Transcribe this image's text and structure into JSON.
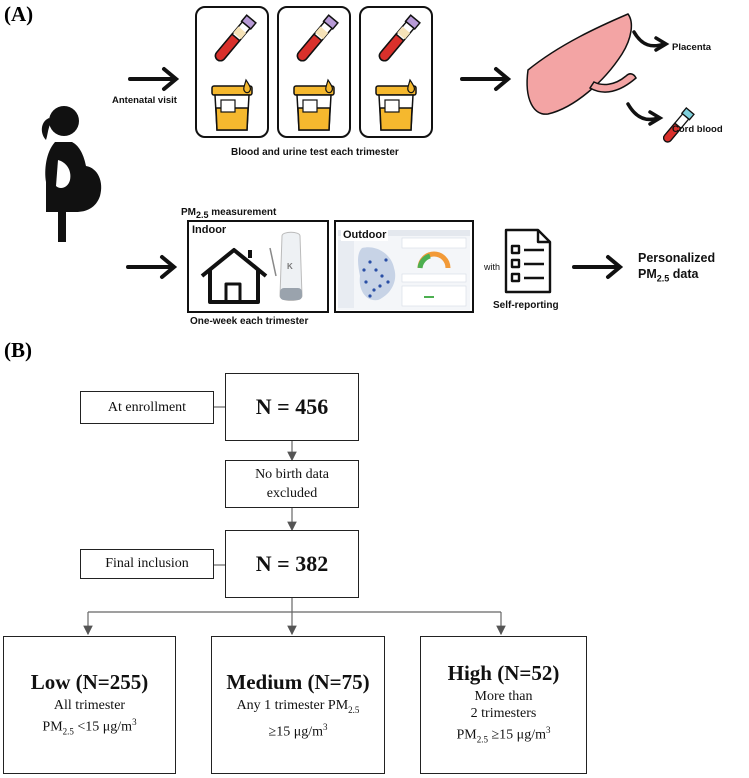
{
  "panel_a": {
    "letter": "(A)",
    "antenatal_visit": "Antenatal visit",
    "blood_urine_caption": "Blood and urine test each trimester",
    "placenta": "Placenta",
    "cord_blood": "Cord blood",
    "pm_measurement_prefix": "PM",
    "pm_measurement_sub": "2.5",
    "pm_measurement_suffix": " measurement",
    "indoor": "Indoor",
    "outdoor": "Outdoor",
    "one_week": "One-week each trimester",
    "with": "with",
    "self_reporting": "Self-reporting",
    "personalized_line1": "Personalized",
    "personalized_pm": "PM",
    "personalized_sub": "2.5",
    "personalized_suffix": " data",
    "device_letter": "K",
    "colors": {
      "tube_cap": "#b79ad6",
      "blood": "#d9302b",
      "urine": "#f5b82e",
      "placenta": "#f3a4a4",
      "cord_tube_cap": "#7fd0dc"
    }
  },
  "panel_b": {
    "letter": "(B)",
    "at_enrollment": "At enrollment",
    "n_enrollment": "N = 456",
    "excluded_line1": "No birth data",
    "excluded_line2": "excluded",
    "final_inclusion": "Final inclusion",
    "n_final": "N = 382",
    "groups": [
      {
        "title": "Low (N=255)",
        "line1": "All trimester",
        "pm_prefix": "PM",
        "pm_sub": "2.5",
        "pm_suffix": " <15 μg/m",
        "pm_sup": "3"
      },
      {
        "title": "Medium (N=75)",
        "line1_prefix": "Any 1 trimester PM",
        "line1_sub": "2.5",
        "line2": "≥15 μg/m",
        "line2_sup": "3"
      },
      {
        "title": "High (N=52)",
        "line1": "More than",
        "line2": "2 trimesters",
        "pm_prefix": "PM",
        "pm_sub": "2.5",
        "pm_suffix": " ≥15 μg/m",
        "pm_sup": "3"
      }
    ]
  }
}
